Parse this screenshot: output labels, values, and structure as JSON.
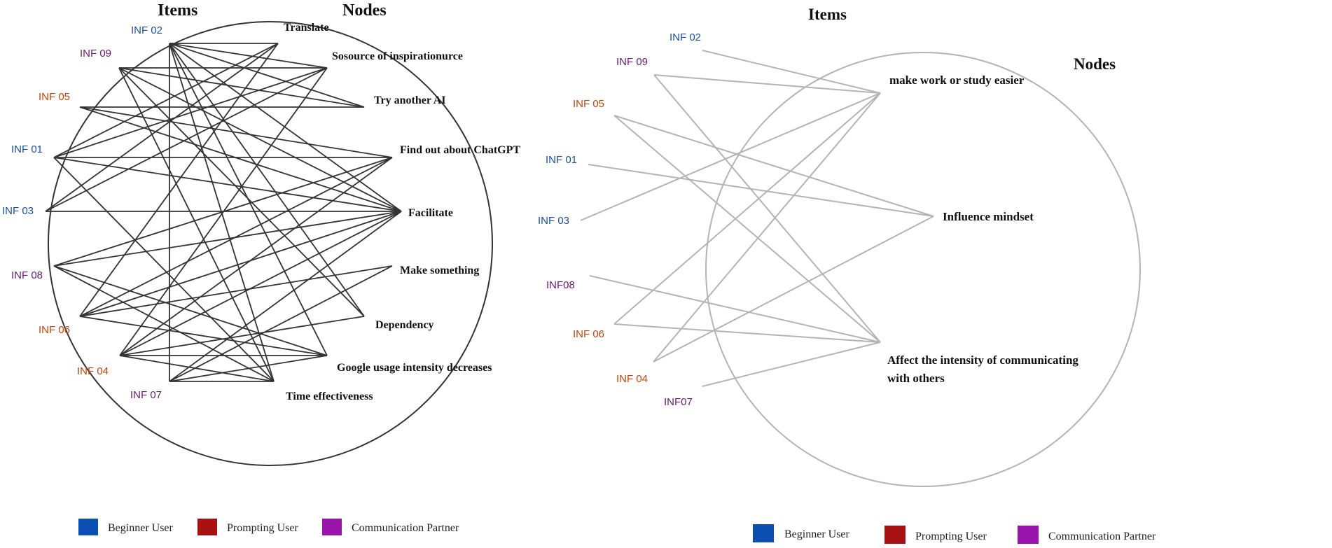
{
  "colors": {
    "beginner": "#1a4f9c",
    "prompting": "#c0440c",
    "communication": "#6a1a6e",
    "legend_beginner": "#0b4fb3",
    "legend_prompting": "#a81212",
    "legend_communication": "#9a13ad",
    "left_edges": "#333333",
    "right_edges": "#b4b4b4"
  },
  "left": {
    "items_header": "Items",
    "nodes_header": "Nodes",
    "items": [
      {
        "id": "inf02",
        "label": "INF 02",
        "group": "beginner"
      },
      {
        "id": "inf09",
        "label": "INF 09",
        "group": "communication"
      },
      {
        "id": "inf05",
        "label": "INF 05",
        "group": "prompting"
      },
      {
        "id": "inf01",
        "label": "INF 01",
        "group": "beginner"
      },
      {
        "id": "inf03",
        "label": "INF 03",
        "group": "beginner"
      },
      {
        "id": "inf08",
        "label": "INF 08",
        "group": "communication"
      },
      {
        "id": "inf06",
        "label": "INF 06",
        "group": "prompting"
      },
      {
        "id": "inf04",
        "label": "INF 04",
        "group": "prompting"
      },
      {
        "id": "inf07",
        "label": "INF 07",
        "group": "communication"
      }
    ],
    "nodes": [
      {
        "id": "translate",
        "label": "Translate"
      },
      {
        "id": "inspiration",
        "label": "Sosource  of  inspirationurce"
      },
      {
        "id": "tryai",
        "label": "Try another AI"
      },
      {
        "id": "findout",
        "label": "Find out about ChatGPT"
      },
      {
        "id": "facilitate",
        "label": "Facilitate"
      },
      {
        "id": "make",
        "label": "Make something"
      },
      {
        "id": "dependency",
        "label": "Dependency"
      },
      {
        "id": "google",
        "label": "Google usage intensity decreases"
      },
      {
        "id": "time",
        "label": "Time effectiveness"
      }
    ],
    "edges": [
      [
        "inf02",
        "translate"
      ],
      [
        "inf02",
        "inspiration"
      ],
      [
        "inf02",
        "tryai"
      ],
      [
        "inf02",
        "facilitate"
      ],
      [
        "inf02",
        "dependency"
      ],
      [
        "inf02",
        "time"
      ],
      [
        "inf02",
        "google"
      ],
      [
        "inf02",
        "inf07"
      ],
      [
        "inf09",
        "inspiration"
      ],
      [
        "inf09",
        "tryai"
      ],
      [
        "inf09",
        "facilitate"
      ],
      [
        "inf09",
        "dependency"
      ],
      [
        "inf09",
        "time"
      ],
      [
        "inf05",
        "tryai"
      ],
      [
        "inf05",
        "findout"
      ],
      [
        "inf05",
        "facilitate"
      ],
      [
        "inf01",
        "inspiration"
      ],
      [
        "inf01",
        "findout"
      ],
      [
        "inf01",
        "facilitate"
      ],
      [
        "inf01",
        "time"
      ],
      [
        "inf01",
        "translate"
      ],
      [
        "inf03",
        "inspiration"
      ],
      [
        "inf03",
        "facilitate"
      ],
      [
        "inf03",
        "translate"
      ],
      [
        "inf08",
        "findout"
      ],
      [
        "inf08",
        "facilitate"
      ],
      [
        "inf08",
        "time"
      ],
      [
        "inf08",
        "google"
      ],
      [
        "inf06",
        "findout"
      ],
      [
        "inf06",
        "facilitate"
      ],
      [
        "inf06",
        "make"
      ],
      [
        "inf06",
        "google"
      ],
      [
        "inf06",
        "translate"
      ],
      [
        "inf04",
        "findout"
      ],
      [
        "inf04",
        "facilitate"
      ],
      [
        "inf04",
        "time"
      ],
      [
        "inf04",
        "google"
      ],
      [
        "inf04",
        "inspiration"
      ],
      [
        "inf04",
        "dependency"
      ],
      [
        "inf07",
        "facilitate"
      ],
      [
        "inf07",
        "google"
      ],
      [
        "inf07",
        "make"
      ],
      [
        "inf07",
        "time"
      ]
    ],
    "legend": [
      {
        "label": "Beginner User",
        "color_key": "legend_beginner"
      },
      {
        "label": "Prompting User",
        "color_key": "legend_prompting"
      },
      {
        "label": "Communication Partner",
        "color_key": "legend_communication"
      }
    ]
  },
  "right": {
    "items_header": "Items",
    "nodes_header": "Nodes",
    "items": [
      {
        "id": "inf02",
        "label": "INF 02",
        "group": "beginner"
      },
      {
        "id": "inf09",
        "label": "INF 09",
        "group": "communication"
      },
      {
        "id": "inf05",
        "label": "INF 05",
        "group": "prompting"
      },
      {
        "id": "inf01",
        "label": "INF 01",
        "group": "beginner"
      },
      {
        "id": "inf03",
        "label": "INF 03",
        "group": "beginner"
      },
      {
        "id": "inf08",
        "label": "INF08",
        "group": "communication"
      },
      {
        "id": "inf06",
        "label": "INF 06",
        "group": "prompting"
      },
      {
        "id": "inf04",
        "label": "INF 04",
        "group": "prompting"
      },
      {
        "id": "inf07",
        "label": "INF07",
        "group": "communication"
      }
    ],
    "nodes": [
      {
        "id": "easier",
        "label": "make work or study easier"
      },
      {
        "id": "mindset",
        "label": "Influence mindset"
      },
      {
        "id": "affect",
        "label": "Affect the intensity of communicating",
        "label2": "with others"
      }
    ],
    "edges": [
      [
        "inf02",
        "easier"
      ],
      [
        "inf09",
        "easier"
      ],
      [
        "inf09",
        "affect"
      ],
      [
        "inf05",
        "mindset"
      ],
      [
        "inf05",
        "affect"
      ],
      [
        "inf01",
        "mindset"
      ],
      [
        "inf03",
        "easier"
      ],
      [
        "inf08",
        "affect"
      ],
      [
        "inf06",
        "easier"
      ],
      [
        "inf06",
        "affect"
      ],
      [
        "inf04",
        "easier"
      ],
      [
        "inf04",
        "mindset"
      ],
      [
        "inf07",
        "affect"
      ]
    ],
    "legend": [
      {
        "label": "Beginner User",
        "color_key": "legend_beginner"
      },
      {
        "label": "Prompting User",
        "color_key": "legend_prompting"
      },
      {
        "label": "Communication Partner",
        "color_key": "legend_communication"
      }
    ]
  }
}
